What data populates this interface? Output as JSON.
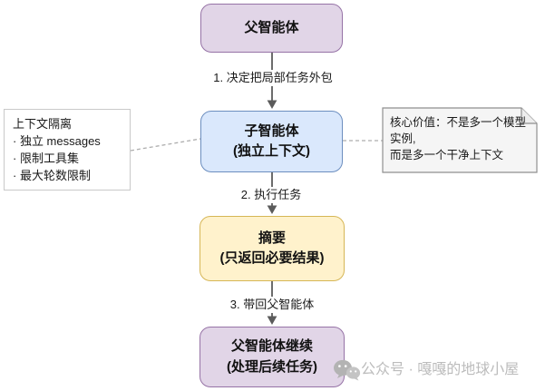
{
  "nodes": {
    "parent": {
      "label": "父智能体"
    },
    "child": {
      "line1": "子智能体",
      "line2": "(独立上下文)"
    },
    "summary": {
      "line1": "摘要",
      "line2": "(只返回必要结果)"
    },
    "parent_continue": {
      "line1": "父智能体继续",
      "line2": "(处理后续任务)"
    }
  },
  "edges": {
    "step1": "1. 决定把局部任务外包",
    "step2": "2. 执行任务",
    "step3": "3. 带回父智能体"
  },
  "left_note": {
    "title": "上下文隔离",
    "items": [
      "· 独立 messages",
      "· 限制工具集",
      "· 最大轮数限制"
    ]
  },
  "right_note": {
    "line1": "核心价值：不是多一个模型",
    "line2": "实例,",
    "line3": "而是多一个干净上下文"
  },
  "watermark": {
    "text": "公众号 · 嘎嘎的地球小屋"
  },
  "colors": {
    "purple_fill": "#E1D5E7",
    "purple_stroke": "#9673A6",
    "blue_fill": "#DAE8FC",
    "blue_stroke": "#6C8EBF",
    "yellow_fill": "#FFF2CC",
    "yellow_stroke": "#D6B656",
    "note_fill": "#F5F5F5",
    "note_stroke": "#8f8f8f",
    "arrow": "#5b5b5b",
    "dashed": "#adadad",
    "watermark_gray": "#bcbcbc"
  }
}
